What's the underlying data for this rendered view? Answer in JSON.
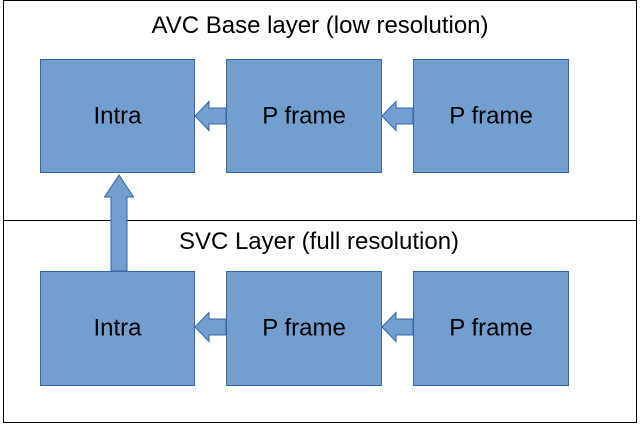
{
  "colors": {
    "frame_fill": "#729fcf",
    "frame_stroke": "#3465a4",
    "arrow_fill": "#729fcf",
    "arrow_stroke": "#3465a4",
    "layer_border": "#000000",
    "text": "#000000"
  },
  "layers": {
    "base": {
      "title": "AVC Base layer (low resolution)",
      "frames": [
        {
          "label": "Intra"
        },
        {
          "label": "P frame"
        },
        {
          "label": "P frame"
        }
      ]
    },
    "svc": {
      "title": "SVC Layer (full resolution)",
      "frames": [
        {
          "label": "Intra"
        },
        {
          "label": "P frame"
        },
        {
          "label": "P frame"
        }
      ]
    }
  }
}
